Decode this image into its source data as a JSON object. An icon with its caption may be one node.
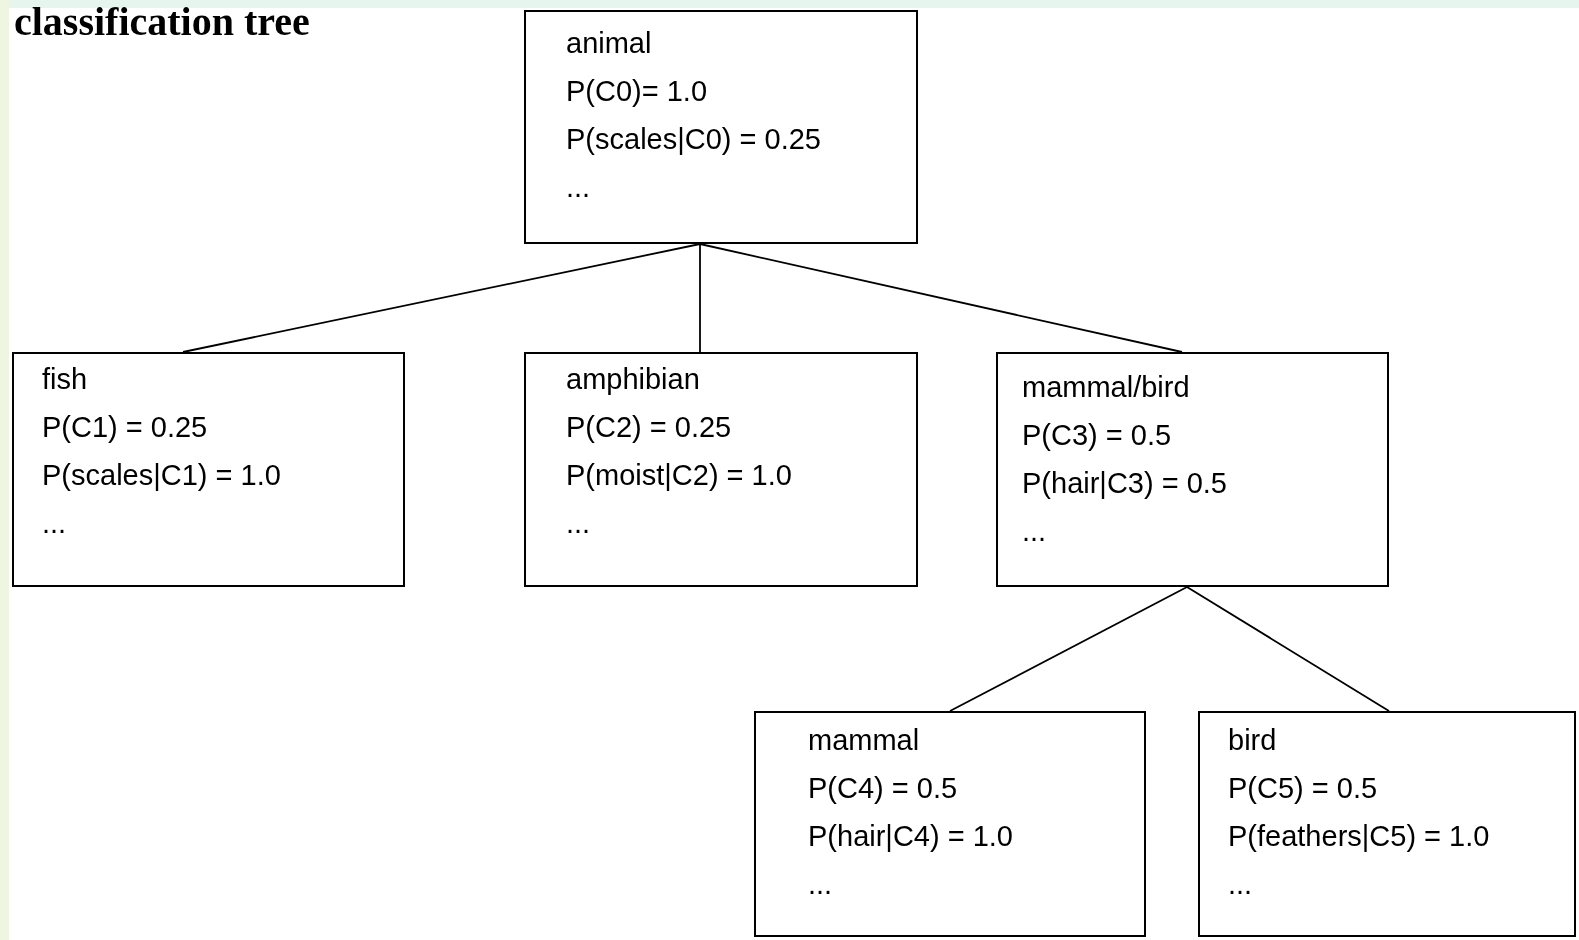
{
  "diagram": {
    "title": "classification tree",
    "nodes": [
      {
        "text": [
          "animal",
          "P(C0)= 1.0",
          "P(scales|C0) = 0.25",
          "..."
        ]
      },
      {
        "text": [
          "fish",
          "P(C1) = 0.25",
          "P(scales|C1) = 1.0",
          "..."
        ]
      },
      {
        "text": [
          "amphibian",
          "P(C2) = 0.25",
          "P(moist|C2) = 1.0",
          "..."
        ]
      },
      {
        "text": [
          "mammal/bird",
          "P(C3) = 0.5",
          "P(hair|C3) = 0.5",
          "..."
        ]
      },
      {
        "text": [
          "mammal",
          "P(C4) = 0.5",
          "P(hair|C4) = 1.0",
          "..."
        ]
      },
      {
        "text": [
          "bird",
          "P(C5) = 0.5",
          "P(feathers|C5) = 1.0",
          "..."
        ]
      }
    ],
    "edges": [
      {
        "from": 0,
        "to": 1,
        "arrow": "none"
      },
      {
        "from": 0,
        "to": 2,
        "arrow": "none"
      },
      {
        "from": 0,
        "to": 3,
        "arrow": "none"
      },
      {
        "from": 3,
        "to": 4,
        "arrow": "none"
      },
      {
        "from": 3,
        "to": 5,
        "arrow": "none"
      }
    ]
  }
}
